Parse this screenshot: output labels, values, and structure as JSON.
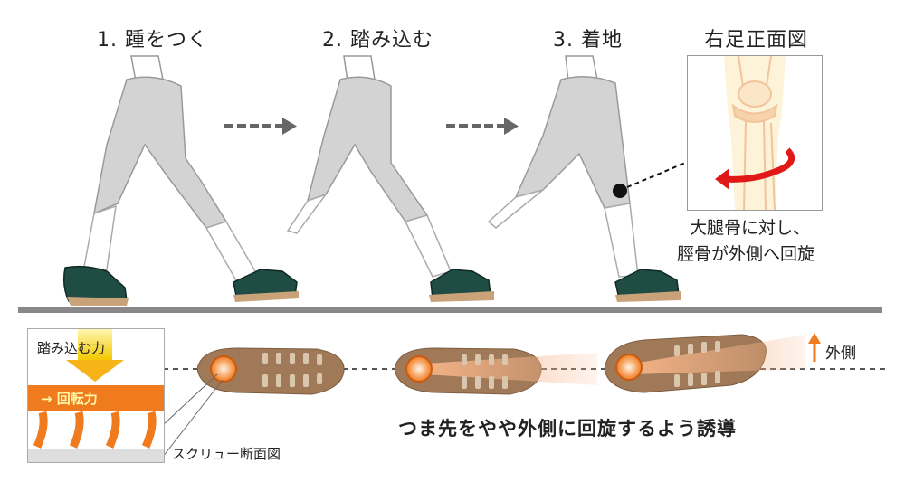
{
  "steps": {
    "step1": "1. 踵をつく",
    "step2": "2. 踏み込む",
    "step3": "3. 着地"
  },
  "inset": {
    "title": "右足正面図",
    "caption_line1": "大腿骨に対し、",
    "caption_line2": "脛骨が外側へ回旋"
  },
  "screw": {
    "force_label": "踏み込む力",
    "rotation_label": "→ 回転力",
    "caption": "スクリュー断面図"
  },
  "sole": {
    "outside_label": "外側",
    "main_note": "つま先をやや外側に回旋するよう誘導"
  },
  "colors": {
    "pants": "#cfcfcf",
    "shoe": "#1f4d44",
    "sole": "#a07a58",
    "accent_orange": "#f07a1e",
    "red_arrow": "#e01818",
    "ground": "#888888"
  }
}
